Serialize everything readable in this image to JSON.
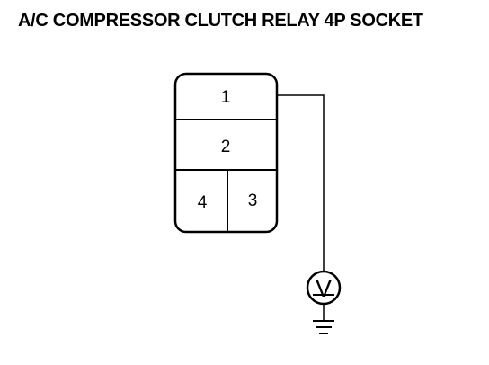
{
  "title": "A/C COMPRESSOR CLUTCH RELAY 4P SOCKET",
  "connector": {
    "pins": [
      {
        "label": "1"
      },
      {
        "label": "2"
      },
      {
        "label": "4"
      },
      {
        "label": "3"
      }
    ],
    "probe_pin": "1"
  },
  "meter": {
    "symbol": "V",
    "icon": "voltmeter-icon"
  },
  "ground": {
    "icon": "ground-icon"
  },
  "colors": {
    "line": "#000000",
    "background": "#ffffff"
  }
}
